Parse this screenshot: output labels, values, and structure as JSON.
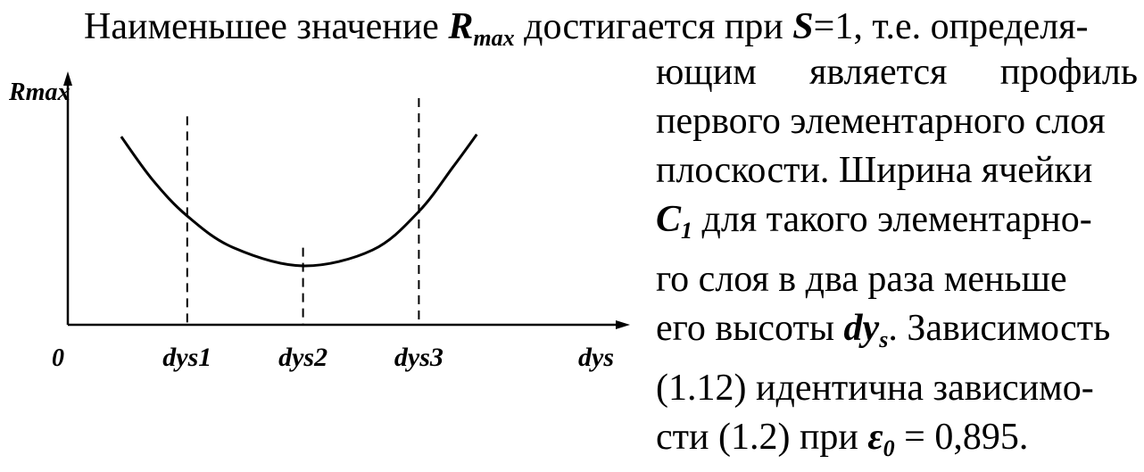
{
  "line1": {
    "before": "Наименьшее значение ",
    "r_main": "R",
    "r_sub": "max",
    "middle": " достигается при ",
    "s_sym": "S",
    "after": "=1, т.е. определя-"
  },
  "paragraph": {
    "row1": [
      "ющим",
      "является",
      "профиль"
    ],
    "row2": "первого элементарного слоя",
    "row3": "плоскости. Ширина ячейки",
    "row4_sym": "C",
    "row4_sub": "1",
    "row4_text": " для такого элементарно-",
    "row5": "го слоя в два раза меньше",
    "row6_before": "его высоты ",
    "row6_sym": "dy",
    "row6_sub": "s",
    "row6_after": ". Зависимость",
    "row7": "(1.12) идентична зависимо-",
    "row8_before": "сти (1.2) при  ",
    "row8_sym": "ε",
    "row8_sub": "0",
    "row8_after": " = 0,895."
  },
  "chart_data": {
    "type": "line",
    "ylabel": "Rmax",
    "xlabel": "dys",
    "origin_label": "0",
    "x_ticks": [
      "dys1",
      "dys2",
      "dys3"
    ],
    "x_tick_positions": [
      1,
      2,
      3
    ],
    "xlim": [
      0,
      4
    ],
    "ylim": [
      0,
      1
    ],
    "curve": {
      "x": [
        0.43,
        0.7,
        1.0,
        1.4,
        2.0,
        2.6,
        3.0,
        3.3,
        3.5
      ],
      "y": [
        0.83,
        0.64,
        0.48,
        0.34,
        0.26,
        0.33,
        0.5,
        0.7,
        0.84
      ]
    },
    "vertical_dashed_lines": [
      1,
      2,
      3
    ],
    "grid": false
  }
}
